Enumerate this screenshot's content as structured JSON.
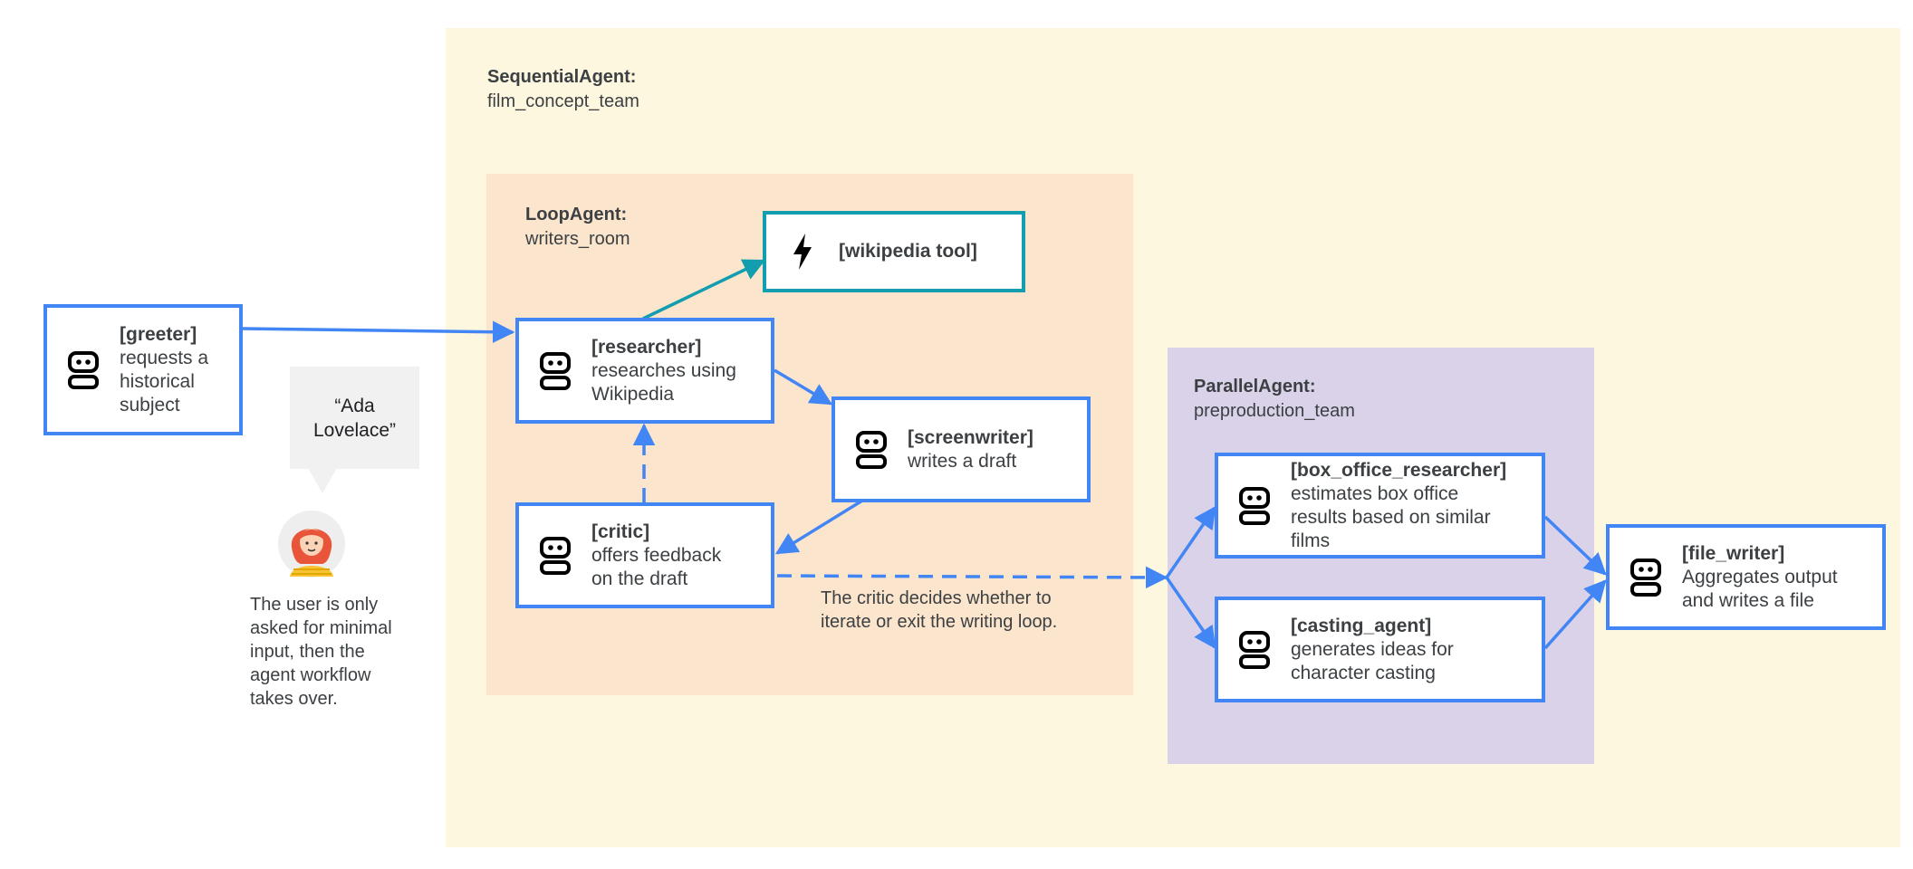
{
  "sequential": {
    "type_label": "SequentialAgent:",
    "name": "film_concept_team"
  },
  "loop": {
    "type_label": "LoopAgent:",
    "name": "writers_room"
  },
  "parallel": {
    "type_label": "ParallelAgent:",
    "name": "preproduction_team"
  },
  "nodes": {
    "greeter": {
      "name": "[greeter]",
      "desc": "requests a historical subject"
    },
    "researcher": {
      "name": "[researcher]",
      "desc": "researches using Wikipedia"
    },
    "screenwriter": {
      "name": "[screenwriter]",
      "desc": "writes a draft"
    },
    "critic": {
      "name": "[critic]",
      "desc": "offers feedback on the draft"
    },
    "box_office": {
      "name": "[box_office_researcher]",
      "desc": "estimates box office results based on similar films"
    },
    "casting": {
      "name": "[casting_agent]",
      "desc": "generates ideas for character casting"
    },
    "file_writer": {
      "name": "[file_writer]",
      "desc": "Aggregates output and writes a file"
    }
  },
  "tool": {
    "name": "[wikipedia tool]"
  },
  "speech_bubble": "“Ada Lovelace”",
  "user_caption": "The user is only asked for minimal input, then the agent workflow takes over.",
  "critic_caption": "The critic decides whether to iterate or exit the writing loop.",
  "colors": {
    "sequential_bg": "#fef7e0",
    "loop_bg": "#fce5cd",
    "parallel_bg": "#d9d2e9",
    "node_border": "#4285f4",
    "tool_border": "#129eaf",
    "bubble_bg": "#f1f1f1"
  }
}
